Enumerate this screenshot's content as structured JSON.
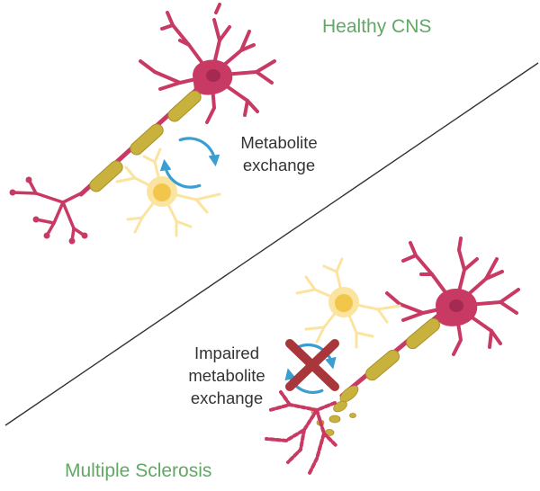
{
  "panels": {
    "healthy": {
      "title": "Healthy CNS",
      "label_line1": "Metabolite",
      "label_line2": "exchange"
    },
    "ms": {
      "title": "Multiple Sclerosis",
      "label_line1": "Impaired",
      "label_line2": "metabolite",
      "label_line3": "exchange"
    }
  },
  "colors": {
    "title": "#62a865",
    "neuron": "#c83a64",
    "neuron_nucleus": "#a52a52",
    "myelin": "#c9b13d",
    "glia": "#fbe3a0",
    "glia_nucleus": "#f2c64a",
    "arrow": "#3a9fd0",
    "cross": "#a8363a",
    "divider": "#333333"
  },
  "icons": {
    "exchange": "circular-arrows-icon",
    "blocked": "x-cross-icon"
  }
}
